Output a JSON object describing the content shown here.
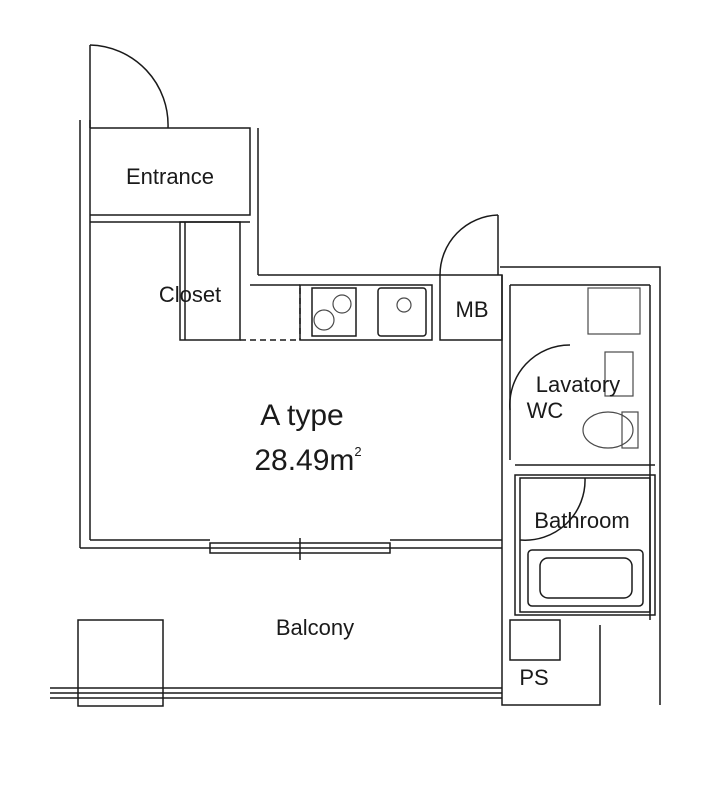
{
  "plan": {
    "type_label": "A type",
    "area_value": "28.49m",
    "area_superscript": "2",
    "rooms": {
      "entrance": "Entrance",
      "closet": "Closet",
      "mb": "MB",
      "lavatory": "Lavatory",
      "wc": "WC",
      "bathroom": "Bathroom",
      "balcony": "Balcony",
      "ps": "PS"
    }
  },
  "colors": {
    "wall": "#1a1a1a",
    "fixture": "#4a4a4a",
    "background": "#ffffff"
  }
}
